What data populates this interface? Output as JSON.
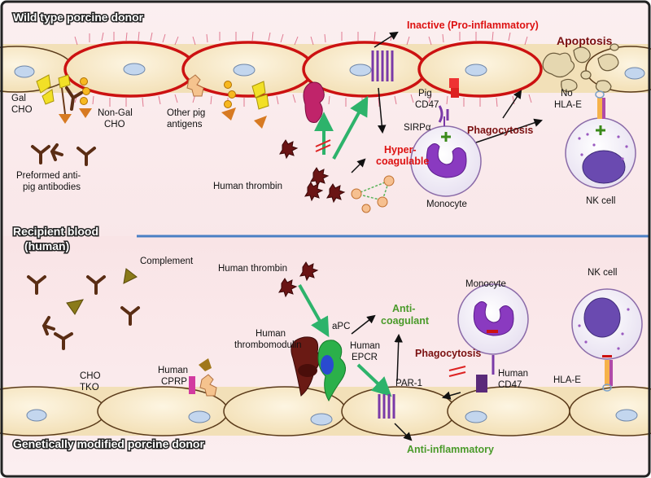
{
  "top_panel": {
    "title": "Wild type porcine donor",
    "labels": {
      "gal_cho": [
        "Gal",
        "CHO"
      ],
      "non_gal_cho": [
        "Non-Gal",
        "CHO"
      ],
      "other_antigens": [
        "Other pig",
        "antigens"
      ],
      "preformed_antibodies": [
        "Preformed anti-",
        "pig antibodies"
      ],
      "human_thrombin": "Human thrombin",
      "inactive": "Inactive (Pro-inflammatory)",
      "hypercoagulable": [
        "Hyper-",
        "coagulable"
      ],
      "pig_cd47": [
        "Pig",
        "CD47"
      ],
      "sirpa": "SIRPα",
      "phagocytosis": "Phagocytosis",
      "monocyte": "Monocyte",
      "apoptosis": "Apoptosis",
      "no_hla_e": [
        "No",
        "HLA-E"
      ],
      "nk_cell": "NK cell"
    }
  },
  "middle": {
    "recipient_blood": [
      "Recipient blood",
      "(human)"
    ],
    "complement": "Complement"
  },
  "bottom_panel": {
    "title": "Genetically modified porcine donor",
    "labels": {
      "human_thrombin": "Human thrombin",
      "apc": "aPC",
      "anticoagulant": [
        "Anti-",
        "coagulant"
      ],
      "human_thrombomodulin": [
        "Human",
        "thrombomodulin"
      ],
      "human_epcr": [
        "Human",
        "EPCR"
      ],
      "cho_tko": [
        "CHO",
        "TKO"
      ],
      "human_cprp": [
        "Human",
        "CPRP"
      ],
      "par1": "PAR-1",
      "anti_inflammatory": "Anti-inflammatory",
      "phagocytosis": "Phagocytosis",
      "human_cd47": [
        "Human",
        "CD47"
      ],
      "monocyte": "Monocyte",
      "nk_cell": "NK cell",
      "hla_e": "HLA-E"
    }
  },
  "colors": {
    "border": "#222222",
    "cell_fill": "#f6e6bf",
    "nucleus": "#bcd0ea",
    "separator": "#4a7fc4",
    "red_text": "#dd1111",
    "green_text": "#4a9a2a",
    "green_arrow": "#2db36b",
    "monocyte_purple": "#8a3ac0"
  }
}
